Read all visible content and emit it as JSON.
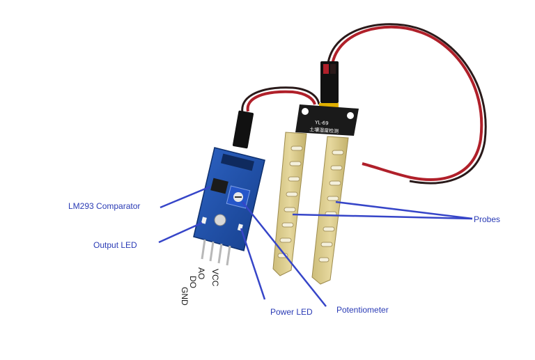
{
  "colors": {
    "label_text": "#2a3bb5",
    "leader_line": "#3645c8",
    "pcb_blue": "#1d4fa8",
    "probe_board": "#d9c98a",
    "wire_red": "#b0202a",
    "wire_black": "#2a1a1a",
    "connector_black": "#111111",
    "potentiometer_blue": "#2556c9"
  },
  "callouts": {
    "comparator": "LM293 Comparator",
    "output_led": "Output LED",
    "power_led": "Power LED",
    "potentiometer": "Potentiometer",
    "probes": "Probes"
  },
  "pins": {
    "gnd": "GND",
    "do": "DO",
    "ao": "AO",
    "vcc": "VCC"
  },
  "probe_board": {
    "model": "YL-69",
    "chinese_text": "土壤湿度检测"
  }
}
